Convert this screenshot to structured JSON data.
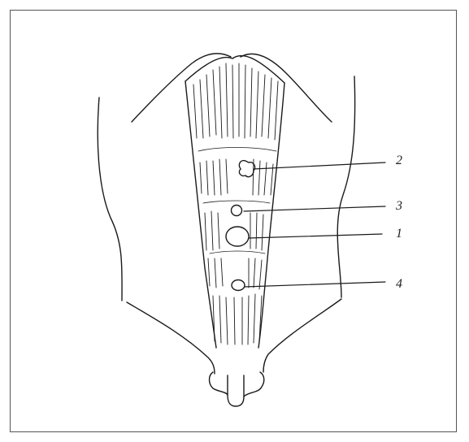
{
  "diagram": {
    "stroke_color": "#1a1a1a",
    "labels": [
      {
        "id": "2",
        "text": "2"
      },
      {
        "id": "3",
        "text": "3"
      },
      {
        "id": "1",
        "text": "1"
      },
      {
        "id": "4",
        "text": "4"
      }
    ]
  }
}
